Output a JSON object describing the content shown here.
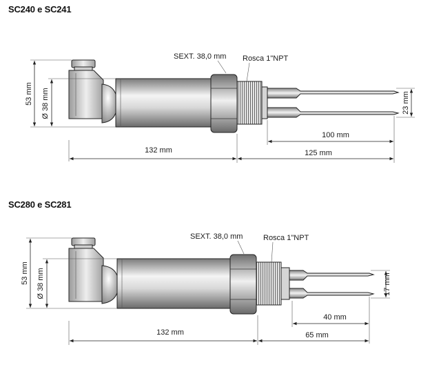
{
  "sections": [
    {
      "title": "SC240 e SC241",
      "labels": {
        "hex": "SEXT. 38,0 mm",
        "thread": "Rosca 1\"NPT",
        "height": "53 mm",
        "diameter": "Ø 38 mm",
        "fork_gap": "23 mm",
        "fork_length": "100 mm",
        "body_length": "132 mm",
        "insertion_length": "125 mm"
      }
    },
    {
      "title": "SC280 e SC281",
      "labels": {
        "hex": "SEXT. 38,0 mm",
        "thread": "Rosca 1\"NPT",
        "height": "53 mm",
        "diameter": "Ø 38 mm",
        "fork_gap": "17 mm",
        "fork_length": "40 mm",
        "body_length": "132 mm",
        "insertion_length": "65 mm"
      }
    }
  ]
}
